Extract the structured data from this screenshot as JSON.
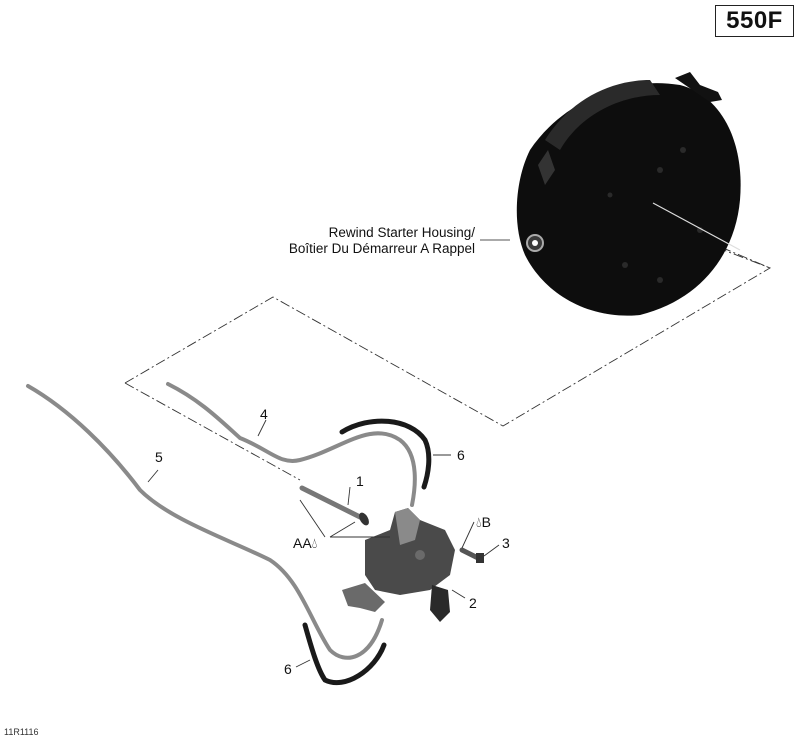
{
  "header": {
    "model_label": "550F"
  },
  "figure_id": "11R1116",
  "housing_label": {
    "line1": "Rewind Starter Housing/",
    "line2": "Boîtier Du Démarreur A Rappel"
  },
  "callouts": [
    {
      "id": "1",
      "label": "1",
      "part": "bolt"
    },
    {
      "id": "2",
      "label": "2",
      "part": "oil-pump"
    },
    {
      "id": "3",
      "label": "3",
      "part": "screw"
    },
    {
      "id": "4",
      "label": "4",
      "part": "oil-line"
    },
    {
      "id": "5",
      "label": "5",
      "part": "oil-line"
    },
    {
      "id": "6a",
      "label": "6",
      "part": "hose"
    },
    {
      "id": "6b",
      "label": "6",
      "part": "hose"
    }
  ],
  "lubricant_marks": [
    {
      "label": "AA",
      "icon": "drop-icon"
    },
    {
      "label": "B",
      "icon": "drop-icon"
    }
  ],
  "colors": {
    "background": "#ffffff",
    "housing": "#0d0d0d",
    "line_gray": "#7a7a7a",
    "hose_black": "#1a1a1a",
    "pump": "#4a4a4a"
  }
}
